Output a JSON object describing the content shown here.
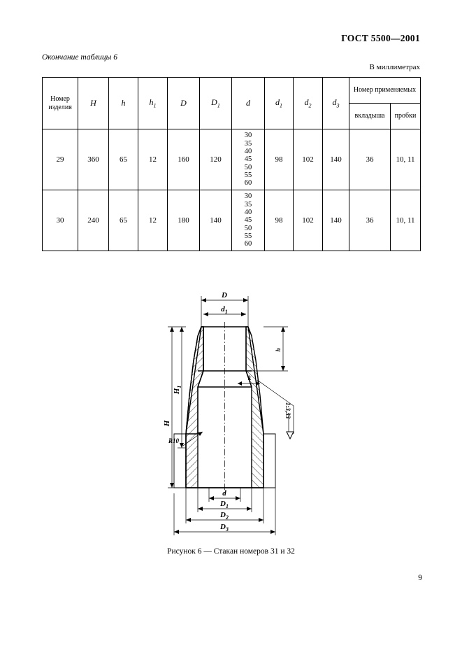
{
  "document": {
    "standard_title": "ГОСТ 5500—2001",
    "table_continuation": "Окончание таблицы 6",
    "units_note": "В миллиметрах",
    "page_number": "9"
  },
  "table": {
    "headers": {
      "item_number": "Номер\nизделия",
      "H": "H",
      "h": "h",
      "h1_base": "h",
      "h1_sub": "1",
      "D": "D",
      "D1_base": "D",
      "D1_sub": "1",
      "d": "d",
      "d1_base": "d",
      "d1_sub": "1",
      "d2_base": "d",
      "d2_sub": "2",
      "d3_base": "d",
      "d3_sub": "3",
      "applied_group": "Номер применяемых",
      "insert": "вкладыша",
      "plug": "пробки"
    },
    "rows": [
      {
        "item_number": "29",
        "H": "360",
        "h": "65",
        "h1": "12",
        "D": "160",
        "D1": "120",
        "d": "30\n35\n40\n45\n50\n55\n60",
        "d1": "98",
        "d2": "102",
        "d3": "140",
        "insert": "36",
        "plug": "10, 11"
      },
      {
        "item_number": "30",
        "H": "240",
        "h": "65",
        "h1": "12",
        "D": "180",
        "D1": "140",
        "d": "30\n35\n40\n45\n50\n55\n60",
        "d1": "98",
        "d2": "102",
        "d3": "140",
        "insert": "36",
        "plug": "10, 11"
      }
    ]
  },
  "figure": {
    "caption": "Рисунок 6 — Стакан номеров 31 и 32",
    "dimension_labels": {
      "D": "D",
      "d1_base": "d",
      "d1_sub": "1",
      "H": "H",
      "H1_base": "H",
      "H1_sub": "1",
      "h": "h",
      "k": "k",
      "radius": "R10",
      "taper": "1:3,33",
      "d": "d",
      "D1_base": "D",
      "D1_sub": "1",
      "D2_base": "D",
      "D2_sub": "2",
      "D3_base": "D",
      "D3_sub": "3"
    }
  },
  "colors": {
    "ink": "#000000",
    "paper": "#ffffff"
  }
}
